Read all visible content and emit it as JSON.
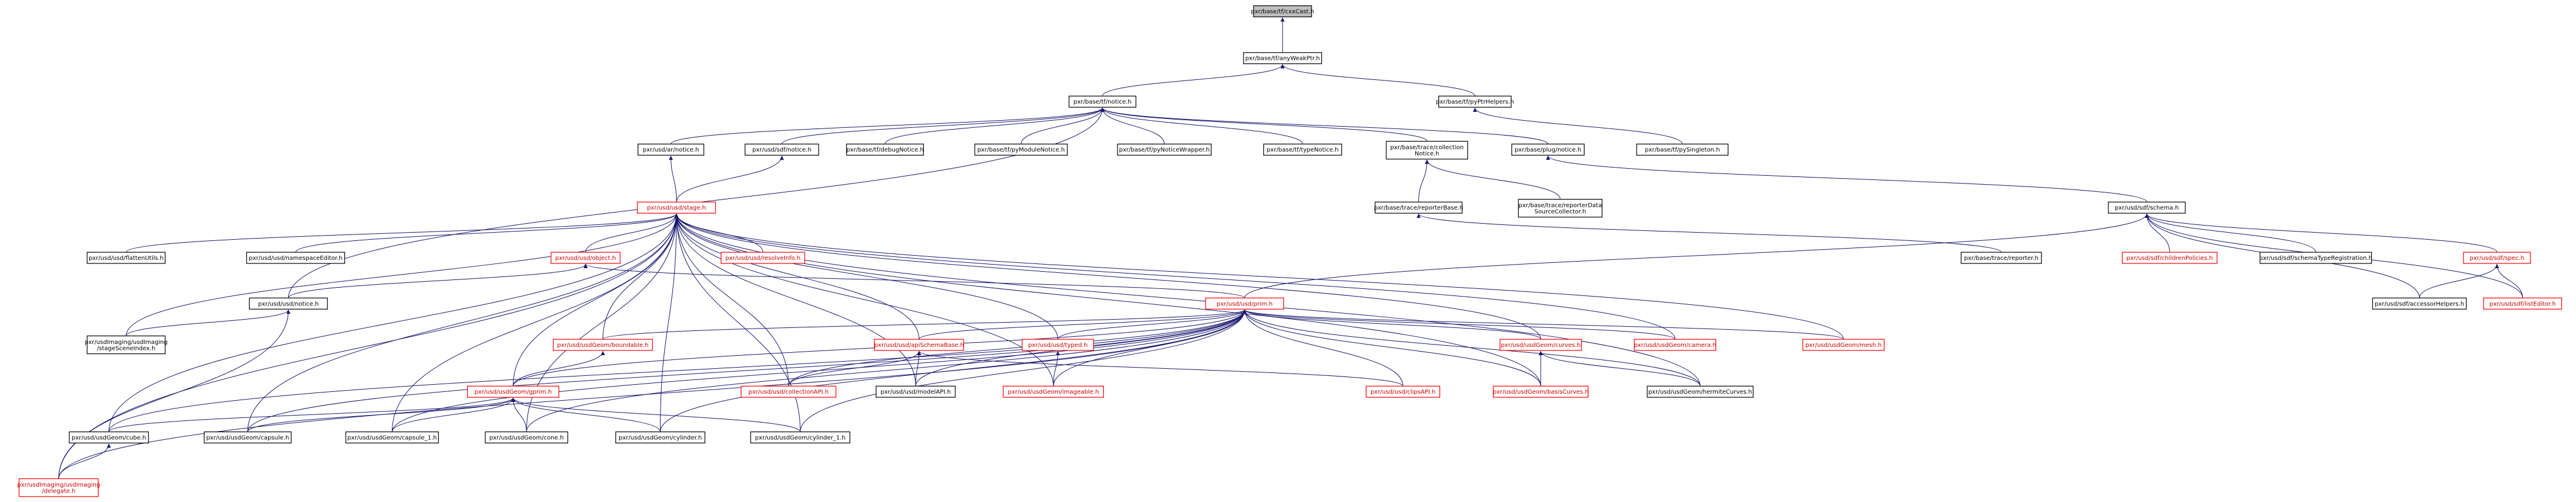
{
  "colors": {
    "edge": "#191970",
    "normal_border": "#000000",
    "normal_text": "#000000",
    "red_border": "#ff0000",
    "red_text": "#cc0000",
    "root_fill": "#bfbfbf",
    "normal_fill": "#ffffff"
  },
  "nodes": [
    {
      "id": "n_cxxcast",
      "label": [
        "pxr/base/tf/cxxCast.h"
      ],
      "style": "root"
    },
    {
      "id": "n_anyweakptr",
      "label": [
        "pxr/base/tf/anyWeakPtr.h"
      ],
      "style": "normal"
    },
    {
      "id": "n_notice",
      "label": [
        "pxr/base/tf/notice.h"
      ],
      "style": "normal"
    },
    {
      "id": "n_pyptrhelpers",
      "label": [
        "pxr/base/tf/pyPtrHelpers.h"
      ],
      "style": "normal"
    },
    {
      "id": "n_arnotice",
      "label": [
        "pxr/usd/ar/notice.h"
      ],
      "style": "normal"
    },
    {
      "id": "n_sdfnotice",
      "label": [
        "pxr/usd/sdf/notice.h"
      ],
      "style": "normal"
    },
    {
      "id": "n_debugnotice",
      "label": [
        "pxr/base/tf/debugNotice.h"
      ],
      "style": "normal"
    },
    {
      "id": "n_pymodulenotice",
      "label": [
        "pxr/base/tf/pyModuleNotice.h"
      ],
      "style": "normal"
    },
    {
      "id": "n_pynoticewrapper",
      "label": [
        "pxr/base/tf/pyNoticeWrapper.h"
      ],
      "style": "normal"
    },
    {
      "id": "n_typenotice",
      "label": [
        "pxr/base/tf/typeNotice.h"
      ],
      "style": "normal"
    },
    {
      "id": "n_collectionnotice",
      "label": [
        "pxr/base/trace/collection",
        "Notice.h"
      ],
      "style": "normal"
    },
    {
      "id": "n_plugnotice",
      "label": [
        "pxr/base/plug/notice.h"
      ],
      "style": "normal"
    },
    {
      "id": "n_pysingleton",
      "label": [
        "pxr/base/tf/pySingleton.h"
      ],
      "style": "normal"
    },
    {
      "id": "n_stage",
      "label": [
        "pxr/usd/usd/stage.h"
      ],
      "style": "red"
    },
    {
      "id": "n_reporterbase",
      "label": [
        "pxr/base/trace/reporterBase.h"
      ],
      "style": "normal"
    },
    {
      "id": "n_reporterdata",
      "label": [
        "pxr/base/trace/reporterData",
        "SourceCollector.h"
      ],
      "style": "normal"
    },
    {
      "id": "n_sdfschema",
      "label": [
        "pxr/usd/sdf/schema.h"
      ],
      "style": "normal"
    },
    {
      "id": "n_flattenutils",
      "label": [
        "pxr/usd/usd/flattenUtils.h"
      ],
      "style": "normal"
    },
    {
      "id": "n_namespaceeditor",
      "label": [
        "pxr/usd/usd/namespaceEditor.h"
      ],
      "style": "normal"
    },
    {
      "id": "n_object",
      "label": [
        "pxr/usd/usd/object.h"
      ],
      "style": "red"
    },
    {
      "id": "n_resolveinfo",
      "label": [
        "pxr/usd/usd/resolveInfo.h"
      ],
      "style": "red"
    },
    {
      "id": "n_tracereporter",
      "label": [
        "pxr/base/trace/reporter.h"
      ],
      "style": "normal"
    },
    {
      "id": "n_childrenpolicies",
      "label": [
        "pxr/usd/sdf/childrenPolicies.h"
      ],
      "style": "red"
    },
    {
      "id": "n_schematypereg",
      "label": [
        "pxr/usd/sdf/schemaTypeRegistration.h"
      ],
      "style": "normal"
    },
    {
      "id": "n_spec",
      "label": [
        "pxr/usd/sdf/spec.h"
      ],
      "style": "red"
    },
    {
      "id": "n_usdnotice",
      "label": [
        "pxr/usd/usd/notice.h"
      ],
      "style": "normal"
    },
    {
      "id": "n_prim",
      "label": [
        "pxr/usd/usd/prim.h"
      ],
      "style": "red"
    },
    {
      "id": "n_accessorhelpers",
      "label": [
        "pxr/usd/sdf/accessorHelpers.h"
      ],
      "style": "normal"
    },
    {
      "id": "n_listeditor",
      "label": [
        "pxr/usd/sdf/listEditor.h"
      ],
      "style": "red"
    },
    {
      "id": "n_stagesceneindex",
      "label": [
        "pxr/usdImaging/usdImaging",
        "/stageSceneIndex.h"
      ],
      "style": "normal"
    },
    {
      "id": "n_boundable",
      "label": [
        "pxr/usd/usdGeom/boundable.h"
      ],
      "style": "red"
    },
    {
      "id": "n_schemabase",
      "label": [
        "pxr/usd/usd/apiSchemaBase.h"
      ],
      "style": "red"
    },
    {
      "id": "n_typed",
      "label": [
        "pxr/usd/usd/typed.h"
      ],
      "style": "red"
    },
    {
      "id": "n_curves",
      "label": [
        "pxr/usd/usdGeom/curves.h"
      ],
      "style": "red"
    },
    {
      "id": "n_camera",
      "label": [
        "pxr/usd/usdGeom/camera.h"
      ],
      "style": "red"
    },
    {
      "id": "n_mesh",
      "label": [
        "pxr/usd/usdGeom/mesh.h"
      ],
      "style": "red"
    },
    {
      "id": "n_gprim",
      "label": [
        "pxr/usd/usdGeom/gprim.h"
      ],
      "style": "red"
    },
    {
      "id": "n_collectionapi",
      "label": [
        "pxr/usd/usd/collectionAPI.h"
      ],
      "style": "red"
    },
    {
      "id": "n_modelapi",
      "label": [
        "pxr/usd/usd/modelAPI.h"
      ],
      "style": "normal"
    },
    {
      "id": "n_imageable",
      "label": [
        "pxr/usd/usdGeom/imageable.h"
      ],
      "style": "red"
    },
    {
      "id": "n_clipsapi",
      "label": [
        "pxr/usd/usd/clipsAPI.h"
      ],
      "style": "red"
    },
    {
      "id": "n_basiscurves",
      "label": [
        "pxr/usd/usdGeom/basisCurves.h"
      ],
      "style": "red"
    },
    {
      "id": "n_hermitecurves",
      "label": [
        "pxr/usd/usdGeom/hermiteCurves.h"
      ],
      "style": "normal"
    },
    {
      "id": "n_cube",
      "label": [
        "pxr/usd/usdGeom/cube.h"
      ],
      "style": "normal"
    },
    {
      "id": "n_capsule",
      "label": [
        "pxr/usd/usdGeom/capsule.h"
      ],
      "style": "normal"
    },
    {
      "id": "n_capsule1",
      "label": [
        "pxr/usd/usdGeom/capsule_1.h"
      ],
      "style": "normal"
    },
    {
      "id": "n_cone",
      "label": [
        "pxr/usd/usdGeom/cone.h"
      ],
      "style": "normal"
    },
    {
      "id": "n_cylinder",
      "label": [
        "pxr/usd/usdGeom/cylinder.h"
      ],
      "style": "normal"
    },
    {
      "id": "n_cylinder1",
      "label": [
        "pxr/usd/usdGeom/cylinder_1.h"
      ],
      "style": "normal"
    },
    {
      "id": "n_delegate",
      "label": [
        "pxr/usdImaging/usdImaging",
        "/delegate.h"
      ],
      "style": "red"
    }
  ],
  "edges": [
    [
      "n_cxxcast",
      "n_anyweakptr"
    ],
    [
      "n_anyweakptr",
      "n_notice"
    ],
    [
      "n_anyweakptr",
      "n_pyptrhelpers"
    ],
    [
      "n_notice",
      "n_arnotice"
    ],
    [
      "n_notice",
      "n_sdfnotice"
    ],
    [
      "n_notice",
      "n_debugnotice"
    ],
    [
      "n_notice",
      "n_pymodulenotice"
    ],
    [
      "n_notice",
      "n_pynoticewrapper"
    ],
    [
      "n_notice",
      "n_typenotice"
    ],
    [
      "n_notice",
      "n_collectionnotice"
    ],
    [
      "n_notice",
      "n_plugnotice"
    ],
    [
      "n_notice",
      "n_usdnotice"
    ],
    [
      "n_pyptrhelpers",
      "n_pysingleton"
    ],
    [
      "n_arnotice",
      "n_stage"
    ],
    [
      "n_sdfnotice",
      "n_stage"
    ],
    [
      "n_collectionnotice",
      "n_reporterbase"
    ],
    [
      "n_collectionnotice",
      "n_reporterdata"
    ],
    [
      "n_plugnotice",
      "n_sdfschema"
    ],
    [
      "n_reporterbase",
      "n_tracereporter"
    ],
    [
      "n_stage",
      "n_flattenutils"
    ],
    [
      "n_stage",
      "n_namespaceeditor"
    ],
    [
      "n_stage",
      "n_object"
    ],
    [
      "n_stage",
      "n_resolveinfo"
    ],
    [
      "n_stage",
      "n_stagesceneindex"
    ],
    [
      "n_stage",
      "n_boundable"
    ],
    [
      "n_stage",
      "n_schemabase"
    ],
    [
      "n_stage",
      "n_typed"
    ],
    [
      "n_stage",
      "n_curves"
    ],
    [
      "n_stage",
      "n_camera"
    ],
    [
      "n_stage",
      "n_mesh"
    ],
    [
      "n_stage",
      "n_gprim"
    ],
    [
      "n_stage",
      "n_modelapi"
    ],
    [
      "n_stage",
      "n_imageable"
    ],
    [
      "n_stage",
      "n_hermitecurves"
    ],
    [
      "n_stage",
      "n_basiscurves"
    ],
    [
      "n_stage",
      "n_cube"
    ],
    [
      "n_stage",
      "n_capsule"
    ],
    [
      "n_stage",
      "n_capsule1"
    ],
    [
      "n_stage",
      "n_cone"
    ],
    [
      "n_stage",
      "n_cylinder"
    ],
    [
      "n_stage",
      "n_cylinder1"
    ],
    [
      "n_stage",
      "n_delegate"
    ],
    [
      "n_stage",
      "n_collectionapi"
    ],
    [
      "n_object",
      "n_prim"
    ],
    [
      "n_object",
      "n_usdnotice"
    ],
    [
      "n_sdfschema",
      "n_prim"
    ],
    [
      "n_sdfschema",
      "n_childrenpolicies"
    ],
    [
      "n_sdfschema",
      "n_schematypereg"
    ],
    [
      "n_sdfschema",
      "n_spec"
    ],
    [
      "n_sdfschema",
      "n_accessorhelpers"
    ],
    [
      "n_sdfschema",
      "n_listeditor"
    ],
    [
      "n_spec",
      "n_accessorhelpers"
    ],
    [
      "n_spec",
      "n_listeditor"
    ],
    [
      "n_usdnotice",
      "n_stagesceneindex"
    ],
    [
      "n_usdnotice",
      "n_delegate"
    ],
    [
      "n_prim",
      "n_boundable"
    ],
    [
      "n_prim",
      "n_schemabase"
    ],
    [
      "n_prim",
      "n_typed"
    ],
    [
      "n_prim",
      "n_curves"
    ],
    [
      "n_prim",
      "n_camera"
    ],
    [
      "n_prim",
      "n_mesh"
    ],
    [
      "n_prim",
      "n_gprim"
    ],
    [
      "n_prim",
      "n_collectionapi"
    ],
    [
      "n_prim",
      "n_modelapi"
    ],
    [
      "n_prim",
      "n_imageable"
    ],
    [
      "n_prim",
      "n_clipsapi"
    ],
    [
      "n_prim",
      "n_basiscurves"
    ],
    [
      "n_prim",
      "n_hermitecurves"
    ],
    [
      "n_prim",
      "n_cube"
    ],
    [
      "n_prim",
      "n_capsule"
    ],
    [
      "n_prim",
      "n_capsule1"
    ],
    [
      "n_prim",
      "n_cone"
    ],
    [
      "n_prim",
      "n_cylinder"
    ],
    [
      "n_prim",
      "n_cylinder1"
    ],
    [
      "n_prim",
      "n_delegate"
    ],
    [
      "n_boundable",
      "n_gprim"
    ],
    [
      "n_schemabase",
      "n_collectionapi"
    ],
    [
      "n_schemabase",
      "n_modelapi"
    ],
    [
      "n_schemabase",
      "n_clipsapi"
    ],
    [
      "n_typed",
      "n_imageable"
    ],
    [
      "n_curves",
      "n_basiscurves"
    ],
    [
      "n_curves",
      "n_hermitecurves"
    ],
    [
      "n_gprim",
      "n_cube"
    ],
    [
      "n_gprim",
      "n_capsule"
    ],
    [
      "n_gprim",
      "n_capsule1"
    ],
    [
      "n_gprim",
      "n_cone"
    ],
    [
      "n_gprim",
      "n_cylinder"
    ],
    [
      "n_gprim",
      "n_cylinder1"
    ],
    [
      "n_cube",
      "n_delegate"
    ]
  ]
}
